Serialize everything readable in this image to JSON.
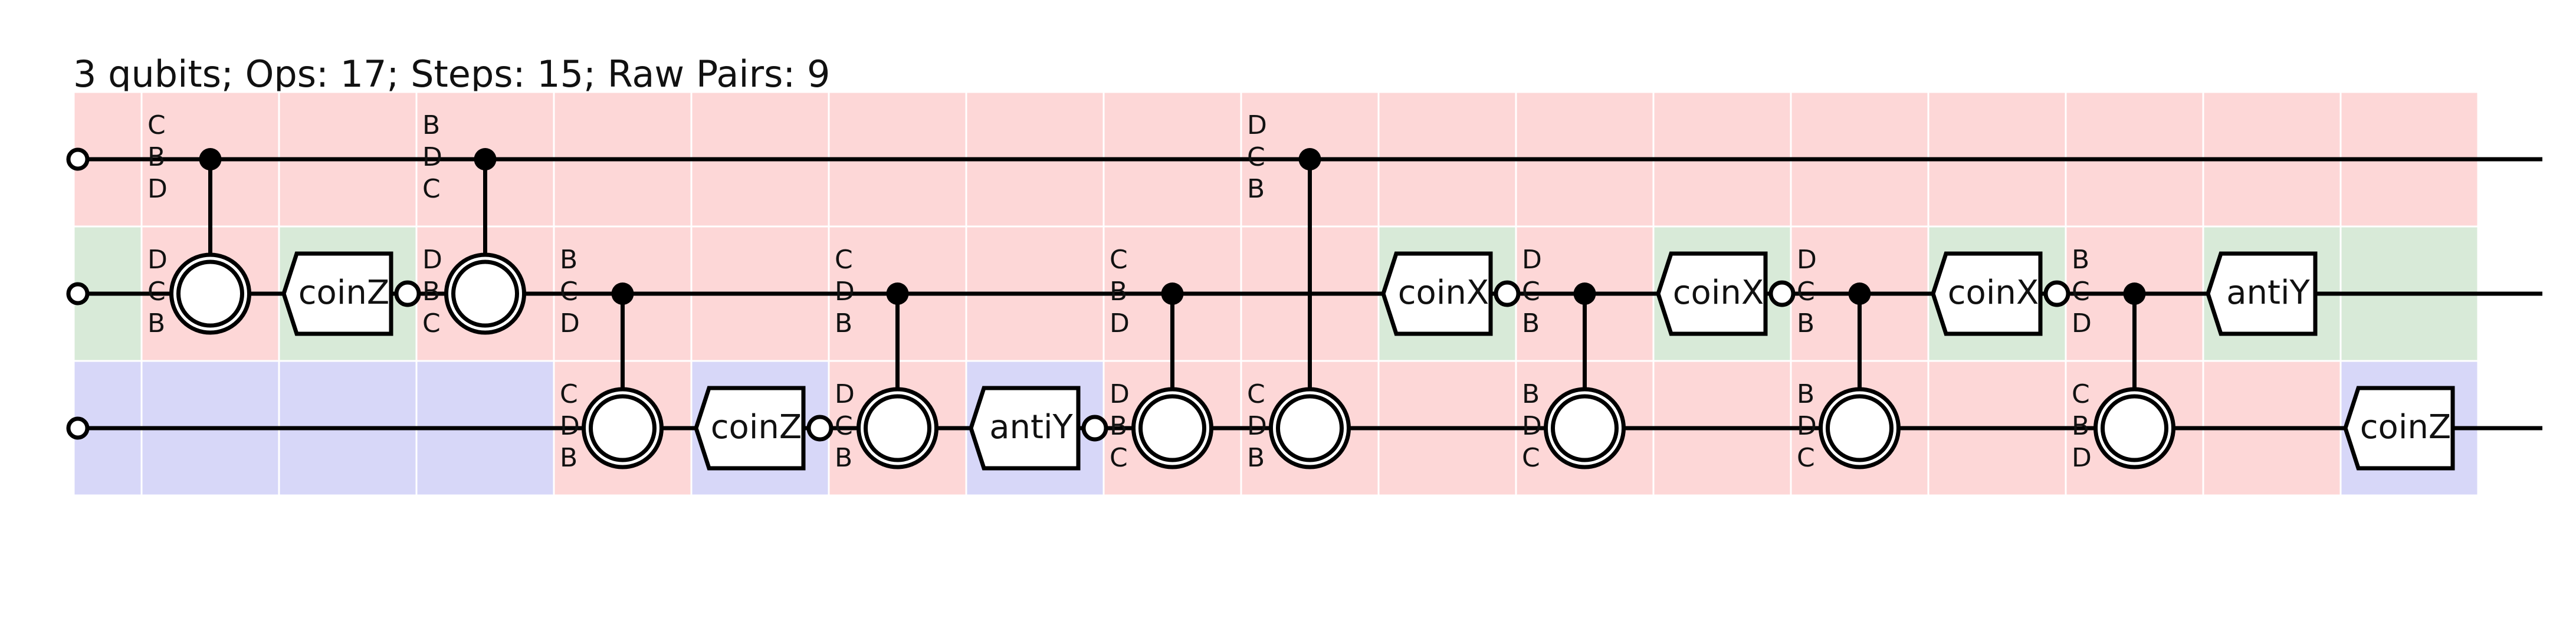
{
  "title": "3 qubits; Ops: 17; Steps: 15; Raw Pairs: 9",
  "colors": {
    "pair_cell": "#fdd7d7",
    "single_a_cell": "#d8ead8",
    "single_b_cell": "#d7d7f8",
    "wire": "#000000",
    "gate_fill": "#ffffff"
  },
  "qubit_count": 3,
  "step_count": 15,
  "wire_start_cells": [
    {
      "fill": "pair"
    },
    {
      "fill": "single_a"
    },
    {
      "fill": "single_b"
    }
  ],
  "steps": [
    {
      "step": 1,
      "cell_fills": [
        "pair",
        "pair",
        "single_b"
      ],
      "gates": [
        {
          "type": "controlled",
          "control": 0,
          "target": 1,
          "control_labels": [
            "C",
            "B",
            "D"
          ],
          "target_labels": [
            "D",
            "C",
            "B"
          ]
        }
      ]
    },
    {
      "step": 2,
      "cell_fills": [
        "pair",
        "single_a",
        "single_b"
      ],
      "gates": [
        {
          "type": "single",
          "qubit": 1,
          "label": "coinZ",
          "marker": "open-right"
        }
      ]
    },
    {
      "step": 3,
      "cell_fills": [
        "pair",
        "pair",
        "single_b"
      ],
      "gates": [
        {
          "type": "controlled",
          "control": 0,
          "target": 1,
          "control_labels": [
            "B",
            "D",
            "C"
          ],
          "target_labels": [
            "D",
            "B",
            "C"
          ]
        }
      ]
    },
    {
      "step": 4,
      "cell_fills": [
        "pair",
        "pair",
        "pair"
      ],
      "gates": [
        {
          "type": "controlled",
          "control": 1,
          "target": 2,
          "control_labels": [
            "B",
            "C",
            "D"
          ],
          "target_labels": [
            "C",
            "D",
            "B"
          ]
        }
      ]
    },
    {
      "step": 5,
      "cell_fills": [
        "pair",
        "pair",
        "single_b"
      ],
      "gates": [
        {
          "type": "single",
          "qubit": 2,
          "label": "coinZ",
          "marker": "open-right"
        }
      ]
    },
    {
      "step": 6,
      "cell_fills": [
        "pair",
        "pair",
        "pair"
      ],
      "gates": [
        {
          "type": "controlled",
          "control": 1,
          "target": 2,
          "control_labels": [
            "C",
            "D",
            "B"
          ],
          "target_labels": [
            "D",
            "C",
            "B"
          ]
        }
      ]
    },
    {
      "step": 7,
      "cell_fills": [
        "pair",
        "pair",
        "single_b"
      ],
      "gates": [
        {
          "type": "single",
          "qubit": 2,
          "label": "antiY",
          "marker": "open-right"
        }
      ]
    },
    {
      "step": 8,
      "cell_fills": [
        "pair",
        "pair",
        "pair"
      ],
      "gates": [
        {
          "type": "controlled",
          "control": 1,
          "target": 2,
          "control_labels": [
            "C",
            "B",
            "D"
          ],
          "target_labels": [
            "D",
            "B",
            "C"
          ]
        }
      ]
    },
    {
      "step": 9,
      "cell_fills": [
        "pair",
        "pair",
        "pair"
      ],
      "gates": [
        {
          "type": "controlled",
          "control": 0,
          "target": 2,
          "control_labels": [
            "D",
            "C",
            "B"
          ],
          "target_labels": [
            "C",
            "D",
            "B"
          ]
        }
      ]
    },
    {
      "step": 10,
      "cell_fills": [
        "pair",
        "single_a",
        "pair"
      ],
      "gates": [
        {
          "type": "single",
          "qubit": 1,
          "label": "coinX",
          "marker": "open-right"
        }
      ]
    },
    {
      "step": 11,
      "cell_fills": [
        "pair",
        "pair",
        "pair"
      ],
      "gates": [
        {
          "type": "controlled",
          "control": 1,
          "target": 2,
          "control_labels": [
            "D",
            "C",
            "B"
          ],
          "target_labels": [
            "B",
            "D",
            "C"
          ]
        }
      ]
    },
    {
      "step": 12,
      "cell_fills": [
        "pair",
        "single_a",
        "pair"
      ],
      "gates": [
        {
          "type": "single",
          "qubit": 1,
          "label": "coinX",
          "marker": "open-right"
        }
      ]
    },
    {
      "step": 13,
      "cell_fills": [
        "pair",
        "pair",
        "pair"
      ],
      "gates": [
        {
          "type": "controlled",
          "control": 1,
          "target": 2,
          "control_labels": [
            "D",
            "C",
            "B"
          ],
          "target_labels": [
            "B",
            "D",
            "C"
          ]
        }
      ]
    },
    {
      "step": 14,
      "cell_fills": [
        "pair",
        "single_a",
        "pair"
      ],
      "gates": [
        {
          "type": "single",
          "qubit": 1,
          "label": "coinX",
          "marker": "open-right"
        }
      ]
    },
    {
      "step": 15,
      "cell_fills": [
        "pair",
        "pair",
        "pair"
      ],
      "gates": [
        {
          "type": "controlled",
          "control": 1,
          "target": 2,
          "control_labels": [
            "B",
            "C",
            "D"
          ],
          "target_labels": [
            "C",
            "B",
            "D"
          ]
        }
      ]
    },
    {
      "step": 16,
      "cell_fills": [
        "pair",
        "single_a",
        "pair"
      ],
      "gates": [
        {
          "type": "single",
          "qubit": 1,
          "label": "antiY",
          "marker": "none"
        }
      ]
    },
    {
      "step": 17,
      "cell_fills": [
        "pair",
        "single_a",
        "single_b"
      ],
      "gates": [
        {
          "type": "single",
          "qubit": 2,
          "label": "coinZ",
          "marker": "none"
        }
      ]
    }
  ]
}
